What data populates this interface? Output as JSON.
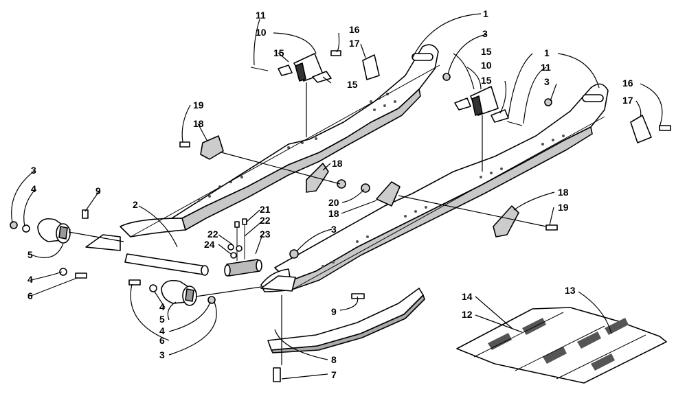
{
  "title": "",
  "callouts": {
    "c1a": "1",
    "c1b": "1",
    "c2": "2",
    "c3a": "3",
    "c3b": "3",
    "c3c": "3",
    "c3d": "3",
    "c3e": "3",
    "c4a": "4",
    "c4b": "4",
    "c4c": "4",
    "c4d": "4",
    "c5a": "5",
    "c5b": "5",
    "c6a": "6",
    "c6b": "6",
    "c7": "7",
    "c8": "8",
    "c9a": "9",
    "c9b": "9",
    "c10a": "10",
    "c10b": "10",
    "c11a": "11",
    "c11b": "11",
    "c12": "12",
    "c13": "13",
    "c14": "14",
    "c15a": "15",
    "c15b": "15",
    "c15c": "15",
    "c15d": "15",
    "c16a": "16",
    "c16b": "16",
    "c17a": "17",
    "c17b": "17",
    "c18a": "18",
    "c18b": "18",
    "c18c": "18",
    "c18d": "18",
    "c19a": "19",
    "c19b": "19",
    "c20": "20",
    "c21": "21",
    "c22a": "22",
    "c22b": "22",
    "c23": "23",
    "c24": "24"
  }
}
